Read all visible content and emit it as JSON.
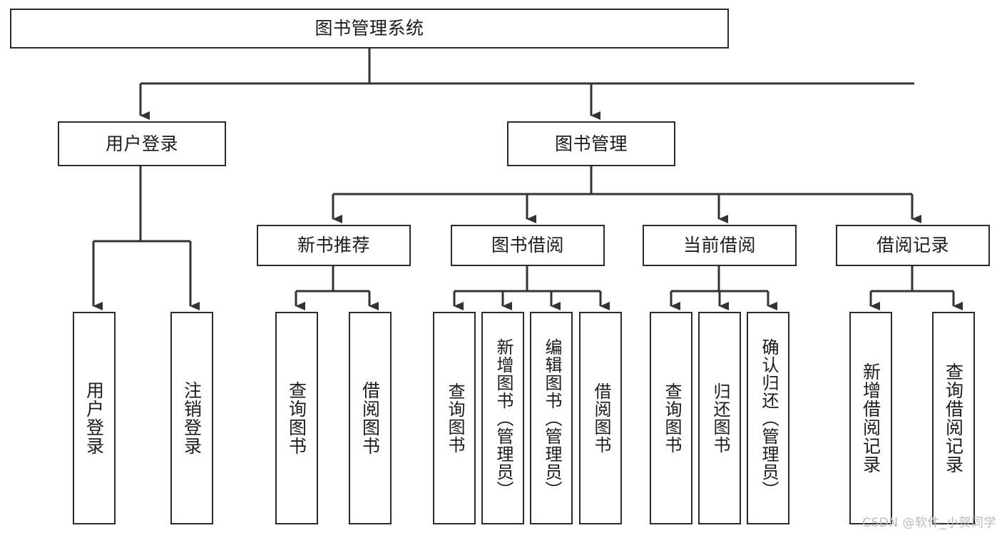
{
  "diagram": {
    "title": "图书管理系统",
    "type": "tree-hierarchy",
    "root": {
      "id": "root",
      "label": "图书管理系统"
    },
    "level1": [
      {
        "id": "user-login",
        "label": "用户登录"
      },
      {
        "id": "book-manage",
        "label": "图书管理"
      }
    ],
    "level2": [
      {
        "id": "new-book-recommend",
        "label": "新书推荐",
        "parent": "book-manage"
      },
      {
        "id": "book-borrow",
        "label": "图书借阅",
        "parent": "book-manage"
      },
      {
        "id": "current-borrow",
        "label": "当前借阅",
        "parent": "book-manage"
      },
      {
        "id": "borrow-record",
        "label": "借阅记录",
        "parent": "book-manage"
      }
    ],
    "leaves": [
      {
        "id": "leaf-user-login",
        "label": "用户登录",
        "parent": "user-login"
      },
      {
        "id": "leaf-logout",
        "label": "注销登录",
        "parent": "user-login"
      },
      {
        "id": "leaf-query-book-1",
        "label": "查询图书",
        "parent": "new-book-recommend"
      },
      {
        "id": "leaf-borrow-book-1",
        "label": "借阅图书",
        "parent": "new-book-recommend"
      },
      {
        "id": "leaf-query-book-2",
        "label": "查询图书",
        "parent": "book-borrow"
      },
      {
        "id": "leaf-add-book",
        "label": "新增图书（管理员）",
        "parent": "book-borrow"
      },
      {
        "id": "leaf-edit-book",
        "label": "编辑图书（管理员）",
        "parent": "book-borrow"
      },
      {
        "id": "leaf-borrow-book-2",
        "label": "借阅图书",
        "parent": "book-borrow"
      },
      {
        "id": "leaf-query-book-3",
        "label": "查询图书",
        "parent": "current-borrow"
      },
      {
        "id": "leaf-return-book",
        "label": "归还图书",
        "parent": "current-borrow"
      },
      {
        "id": "leaf-confirm-return",
        "label": "确认归还（管理员）",
        "parent": "current-borrow"
      },
      {
        "id": "leaf-add-record",
        "label": "新增借阅记录",
        "parent": "borrow-record"
      },
      {
        "id": "leaf-query-record",
        "label": "查询借阅记录",
        "parent": "borrow-record"
      }
    ],
    "colors": {
      "background": "#ffffff",
      "box_border": "#2b2b2b",
      "connector": "#333333",
      "text": "#1b1b1b",
      "watermark": "#b9b9b9"
    }
  },
  "watermark": {
    "text": "CSDN @软件_小贺同学"
  }
}
